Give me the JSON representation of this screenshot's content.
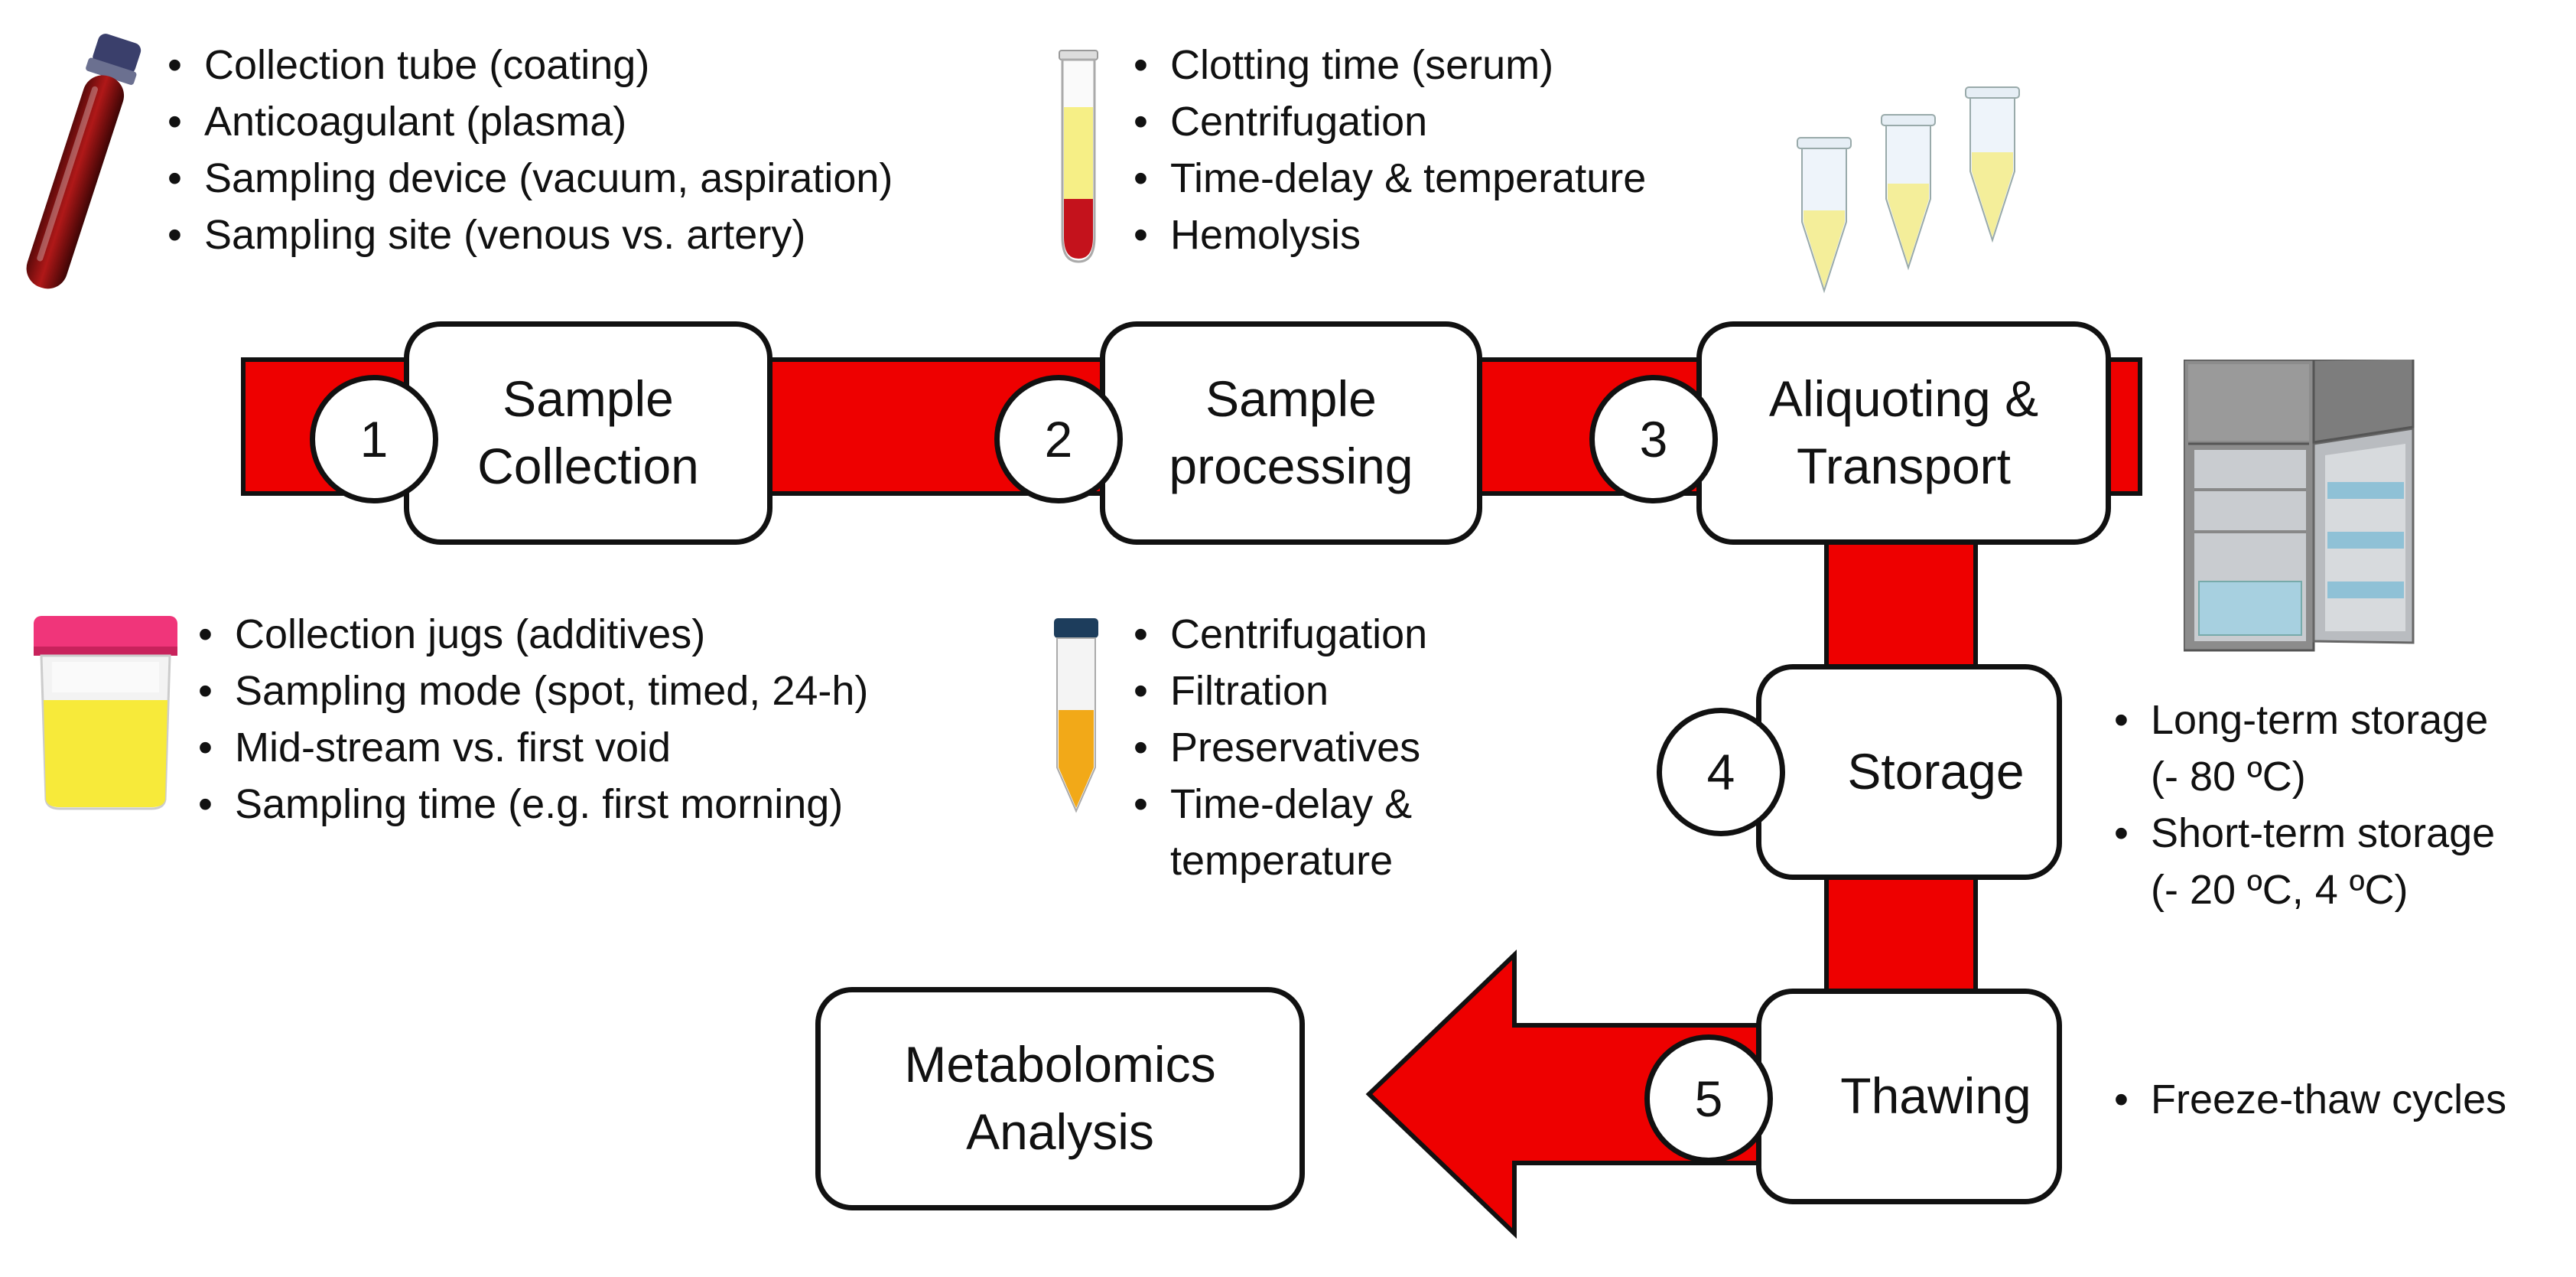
{
  "steps": [
    {
      "number": "1",
      "label": "Sample\nCollection"
    },
    {
      "number": "2",
      "label": "Sample\nprocessing"
    },
    {
      "number": "3",
      "label": "Aliquoting &\nTransport"
    },
    {
      "number": "4",
      "label": "Storage"
    },
    {
      "number": "5",
      "label": "Thawing"
    }
  ],
  "final_step": {
    "label": "Metabolomics\nAnalysis"
  },
  "blood_collection_factors": [
    "Collection tube (coating)",
    "Anticoagulant (plasma)",
    "Sampling device (vacuum, aspiration)",
    "Sampling site (venous vs. artery)"
  ],
  "blood_processing_factors": [
    "Clotting time (serum)",
    "Centrifugation",
    "Time-delay & temperature",
    "Hemolysis"
  ],
  "urine_collection_factors": [
    "Collection jugs (additives)",
    "Sampling mode (spot, timed, 24-h)",
    "Mid-stream vs. first void",
    "Sampling time (e.g. first morning)"
  ],
  "urine_processing_factors": [
    "Centrifugation",
    "Filtration",
    "Preservatives",
    "Time-delay &",
    "temperature"
  ],
  "storage_factors": [
    "Long-term storage",
    "(- 80 ºC)",
    "Short-term storage",
    "(- 20 ºC, 4 ºC)"
  ],
  "thawing_factors": [
    "Freeze-thaw cycles"
  ],
  "colors": {
    "flow": "#ee0000",
    "outline": "#111111"
  },
  "icons": [
    "blood-tube-icon",
    "serum-tube-icon",
    "aliquot-tubes-icon",
    "refrigerator-icon",
    "urine-cup-icon",
    "urine-tube-icon"
  ]
}
